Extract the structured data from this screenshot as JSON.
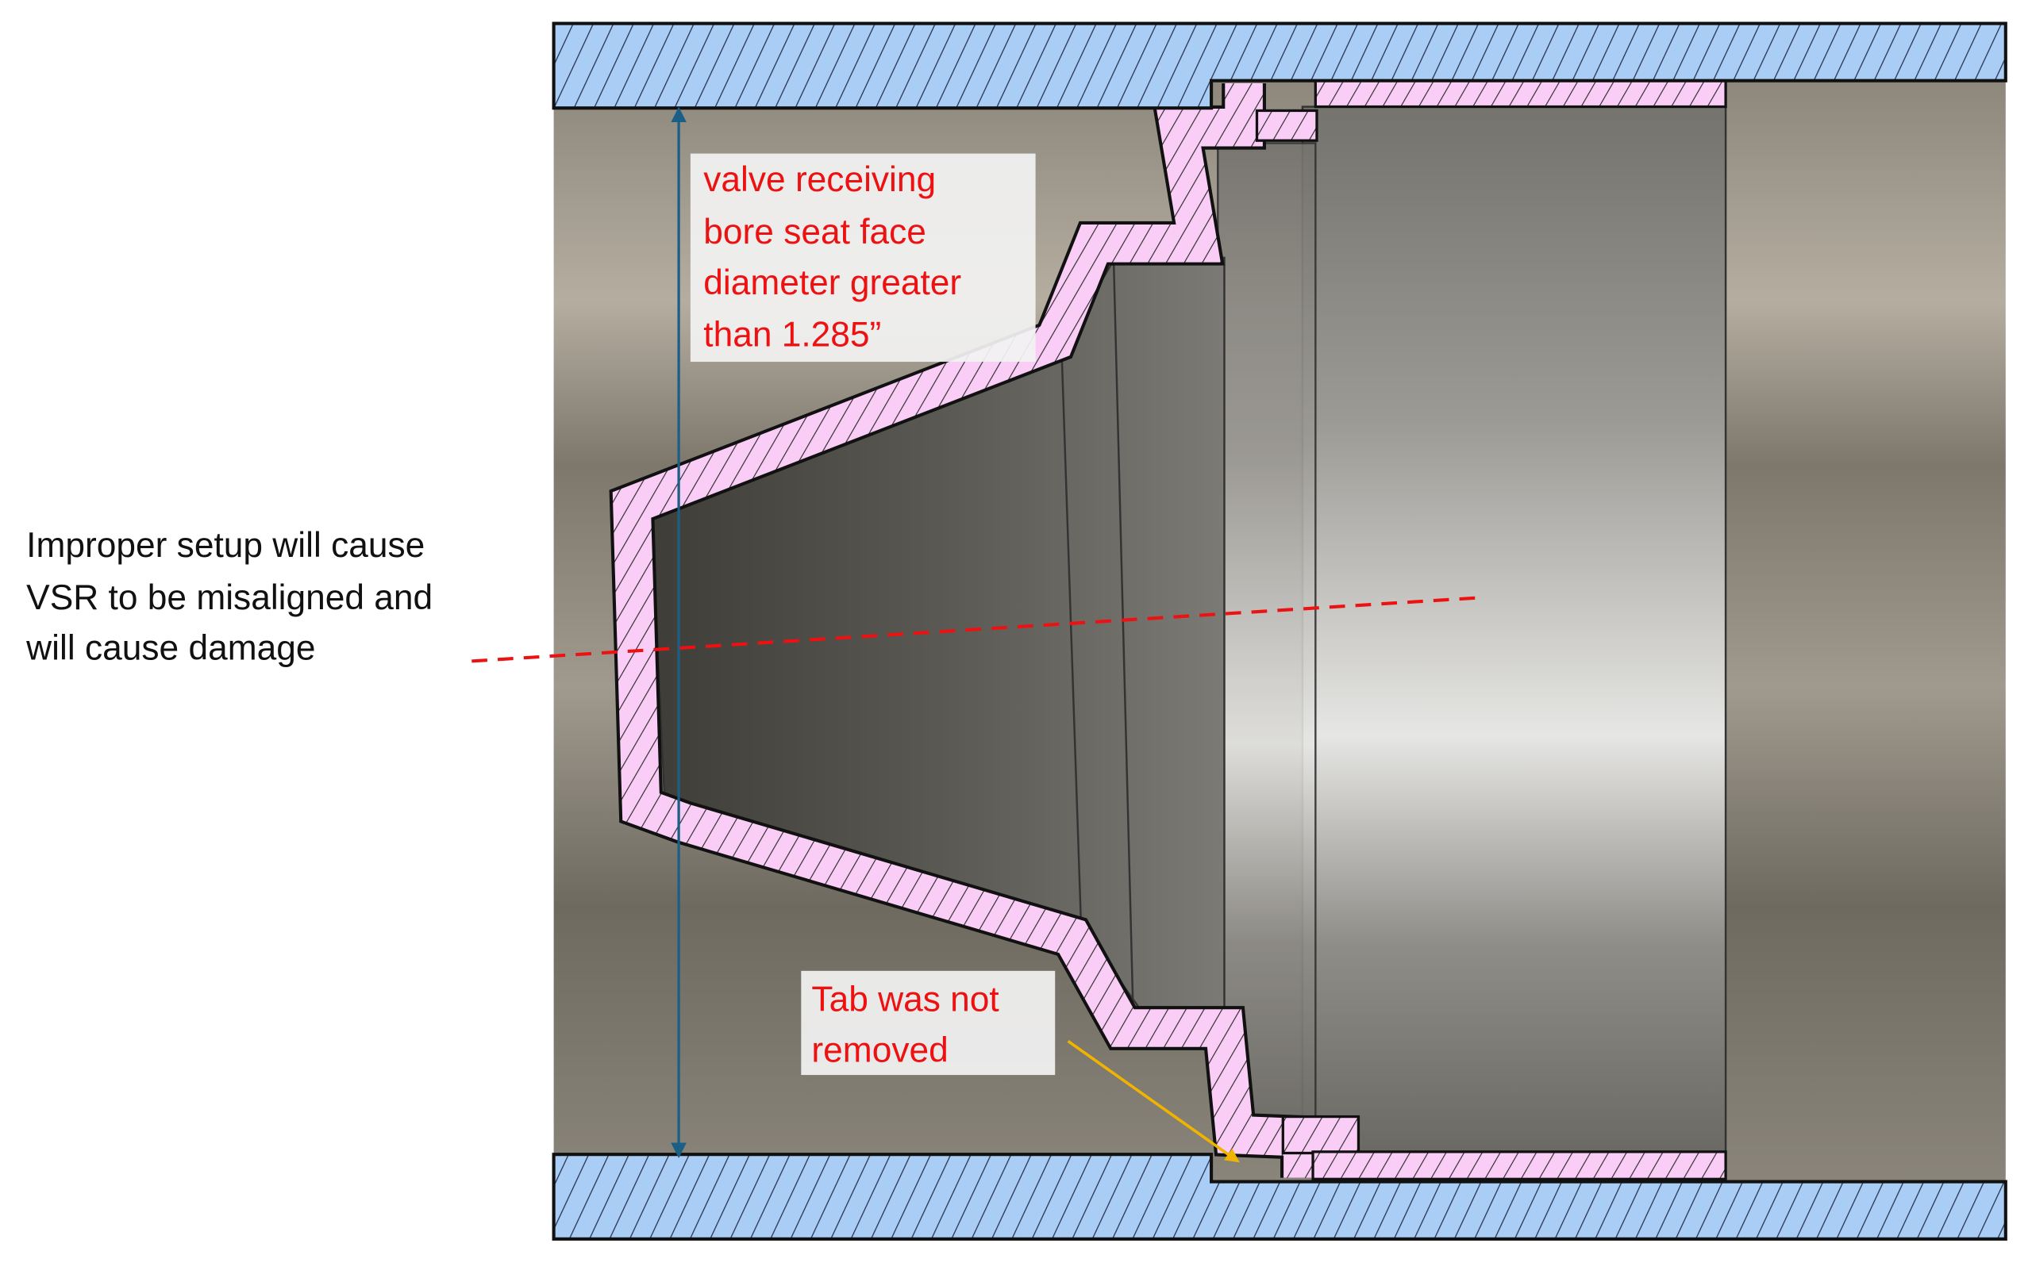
{
  "annotations": {
    "bore_note": {
      "lines": [
        "valve receiving",
        "bore seat face",
        "diameter greater",
        "than 1.285”"
      ]
    },
    "tab_note": {
      "lines": [
        "Tab was not",
        "removed"
      ]
    },
    "misalignment_note": {
      "lines": [
        "Improper setup will cause",
        "VSR to be misaligned and",
        "will cause damage"
      ]
    }
  },
  "colors": {
    "housing_hatch": "#a9cdf5",
    "part_hatch": "#f9cdf5",
    "note_text": "#ee1111",
    "dimension_arrow": "#1b5f86",
    "tab_arrow": "#f0b400",
    "axis_line": "#ee1111"
  }
}
